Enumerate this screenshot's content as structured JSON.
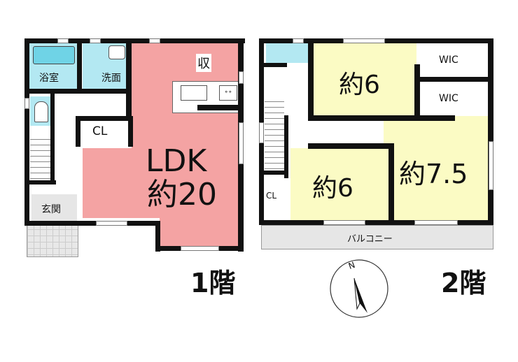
{
  "floor1": {
    "title": "1階",
    "rooms": {
      "bath": "浴室",
      "washroom": "洗面",
      "storage": "収",
      "closet": "CL",
      "ldk_name": "LDK",
      "ldk_size": "約20",
      "entrance": "玄関"
    }
  },
  "floor2": {
    "title": "2階",
    "rooms": {
      "room_top": "約6",
      "wic_1": "WIC",
      "wic_2": "WIC",
      "room_large": "約7.5",
      "room_bottom": "約6",
      "closet": "CL",
      "balcony": "バルコニー"
    }
  },
  "compass": {
    "north_label": "N"
  },
  "colors": {
    "ldk": "#f4a3a3",
    "wet": "#b3e8f2",
    "bedroom": "#fbfbc4",
    "balcony": "#e6e6e6"
  }
}
